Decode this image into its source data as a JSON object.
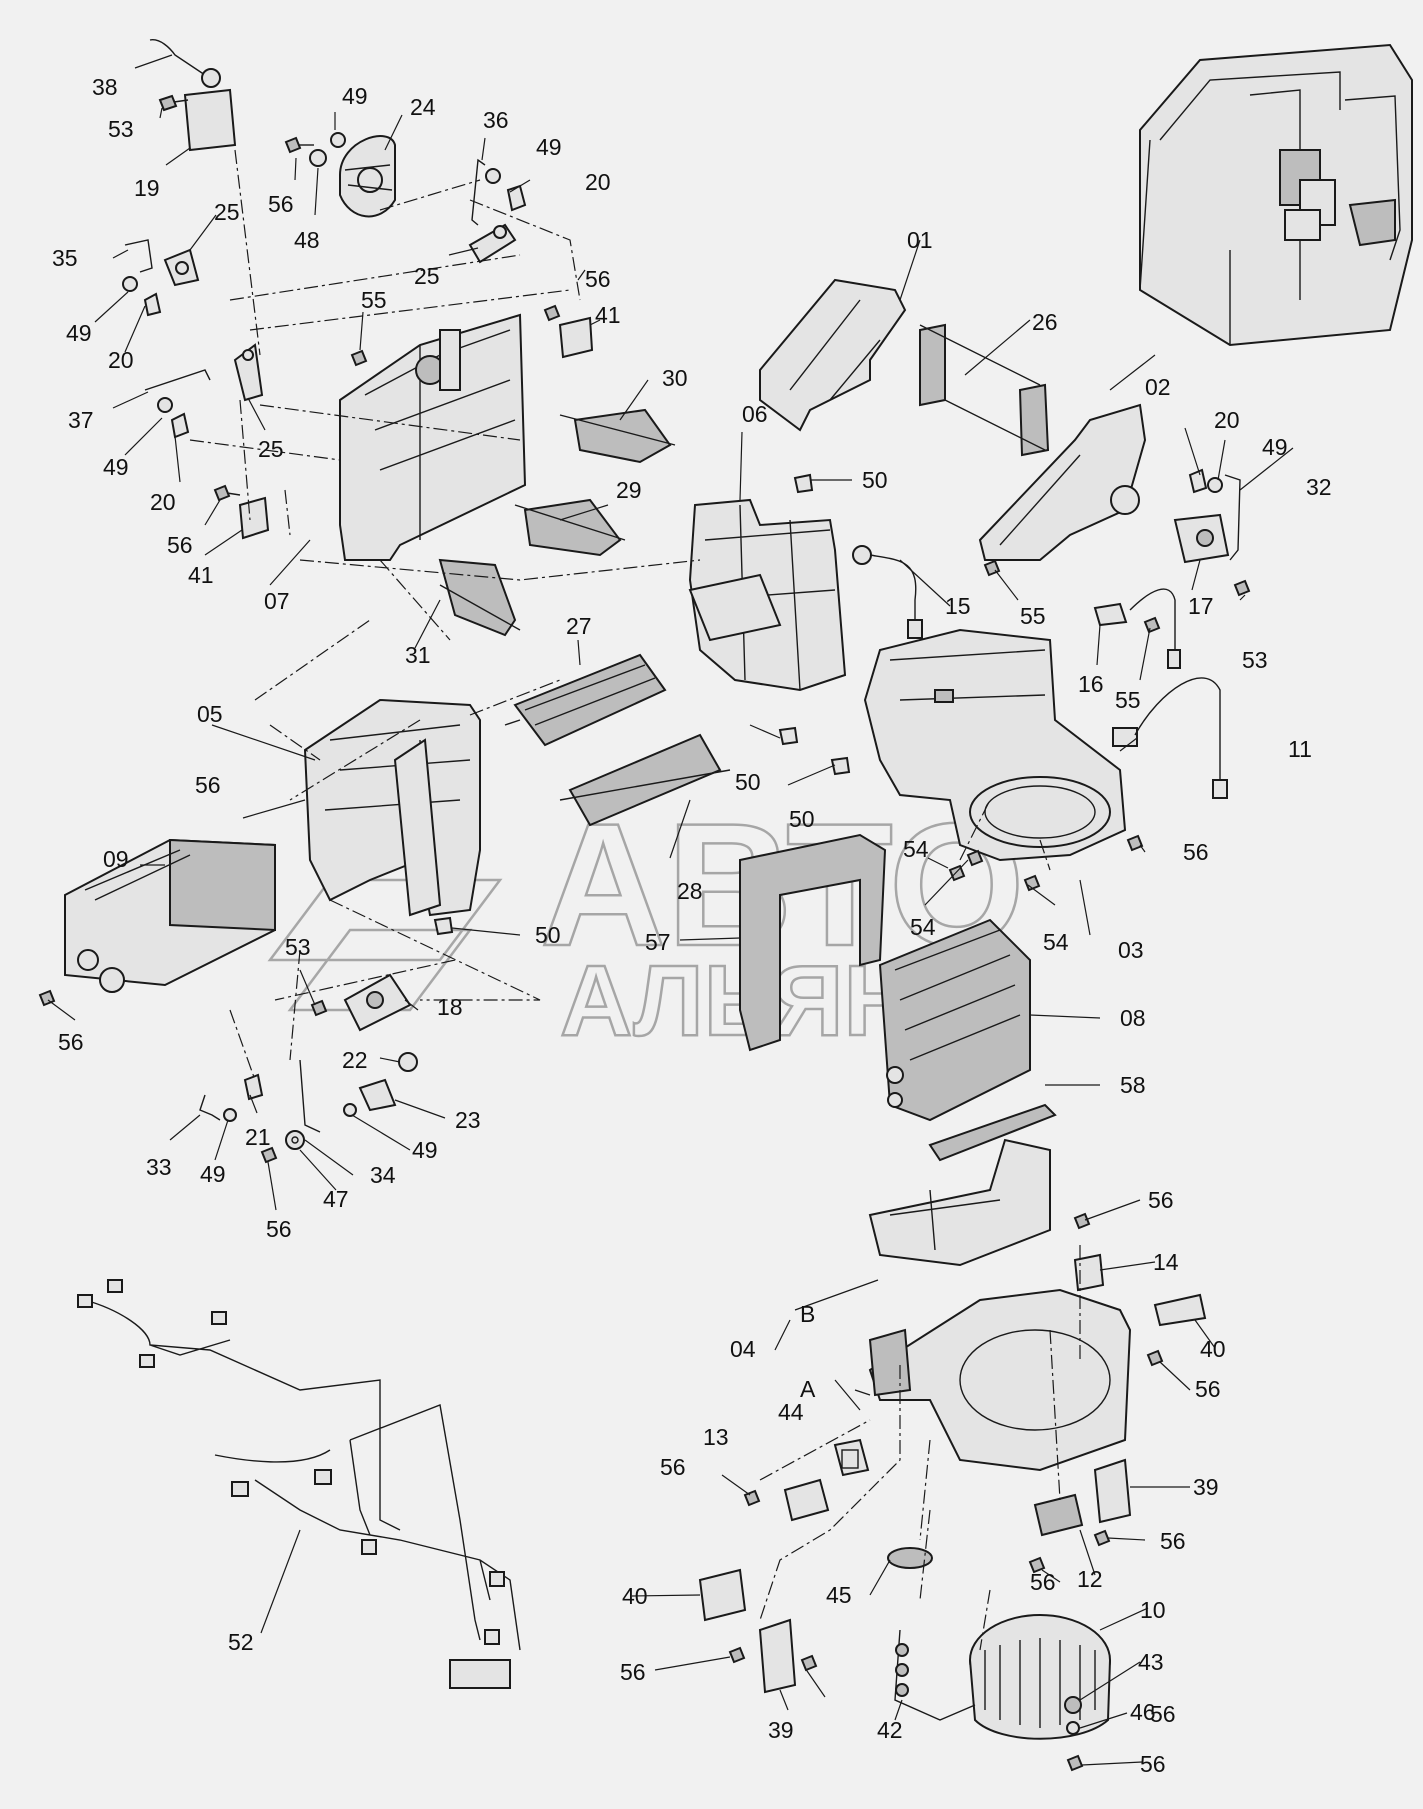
{
  "watermark": {
    "line1": "АВТО",
    "line2": "АЛЬЯНС"
  },
  "labels": [
    {
      "id": "38",
      "text": "38"
    },
    {
      "id": "53a",
      "text": "53"
    },
    {
      "id": "19",
      "text": "19"
    },
    {
      "id": "49a",
      "text": "49"
    },
    {
      "id": "24",
      "text": "24"
    },
    {
      "id": "56a",
      "text": "56"
    },
    {
      "id": "48",
      "text": "48"
    },
    {
      "id": "36",
      "text": "36"
    },
    {
      "id": "49b",
      "text": "49"
    },
    {
      "id": "20a",
      "text": "20"
    },
    {
      "id": "25a",
      "text": "25"
    },
    {
      "id": "25b",
      "text": "25"
    },
    {
      "id": "35",
      "text": "35"
    },
    {
      "id": "49c",
      "text": "49"
    },
    {
      "id": "20b",
      "text": "20"
    },
    {
      "id": "55a",
      "text": "55"
    },
    {
      "id": "56b",
      "text": "56"
    },
    {
      "id": "41a",
      "text": "41"
    },
    {
      "id": "37",
      "text": "37"
    },
    {
      "id": "25c",
      "text": "25"
    },
    {
      "id": "49d",
      "text": "49"
    },
    {
      "id": "20c",
      "text": "20"
    },
    {
      "id": "30",
      "text": "30"
    },
    {
      "id": "56c",
      "text": "56"
    },
    {
      "id": "41b",
      "text": "41"
    },
    {
      "id": "07",
      "text": "07"
    },
    {
      "id": "29",
      "text": "29"
    },
    {
      "id": "31",
      "text": "31"
    },
    {
      "id": "01",
      "text": "01"
    },
    {
      "id": "26",
      "text": "26"
    },
    {
      "id": "02",
      "text": "02"
    },
    {
      "id": "20d",
      "text": "20"
    },
    {
      "id": "49e",
      "text": "49"
    },
    {
      "id": "32",
      "text": "32"
    },
    {
      "id": "06",
      "text": "06"
    },
    {
      "id": "50a",
      "text": "50"
    },
    {
      "id": "15",
      "text": "15"
    },
    {
      "id": "55b",
      "text": "55"
    },
    {
      "id": "17",
      "text": "17"
    },
    {
      "id": "53b",
      "text": "53"
    },
    {
      "id": "16",
      "text": "16"
    },
    {
      "id": "55c",
      "text": "55"
    },
    {
      "id": "27",
      "text": "27"
    },
    {
      "id": "05",
      "text": "05"
    },
    {
      "id": "56d",
      "text": "56"
    },
    {
      "id": "11",
      "text": "11"
    },
    {
      "id": "50b",
      "text": "50"
    },
    {
      "id": "50c",
      "text": "50"
    },
    {
      "id": "54a",
      "text": "54"
    },
    {
      "id": "56e",
      "text": "56"
    },
    {
      "id": "09",
      "text": "09"
    },
    {
      "id": "28",
      "text": "28"
    },
    {
      "id": "54b",
      "text": "54"
    },
    {
      "id": "54c",
      "text": "54"
    },
    {
      "id": "03",
      "text": "03"
    },
    {
      "id": "50d",
      "text": "50"
    },
    {
      "id": "57",
      "text": "57"
    },
    {
      "id": "53c",
      "text": "53"
    },
    {
      "id": "18",
      "text": "18"
    },
    {
      "id": "08",
      "text": "08"
    },
    {
      "id": "56f",
      "text": "56"
    },
    {
      "id": "22",
      "text": "22"
    },
    {
      "id": "58",
      "text": "58"
    },
    {
      "id": "23",
      "text": "23"
    },
    {
      "id": "33",
      "text": "33"
    },
    {
      "id": "49f",
      "text": "49"
    },
    {
      "id": "21",
      "text": "21"
    },
    {
      "id": "49g",
      "text": "49"
    },
    {
      "id": "34",
      "text": "34"
    },
    {
      "id": "47",
      "text": "47"
    },
    {
      "id": "56g",
      "text": "56"
    },
    {
      "id": "56h",
      "text": "56"
    },
    {
      "id": "14",
      "text": "14"
    },
    {
      "id": "B",
      "text": "B"
    },
    {
      "id": "40a",
      "text": "40"
    },
    {
      "id": "04",
      "text": "04"
    },
    {
      "id": "A",
      "text": "A"
    },
    {
      "id": "56i",
      "text": "56"
    },
    {
      "id": "44",
      "text": "44"
    },
    {
      "id": "13",
      "text": "13"
    },
    {
      "id": "56j",
      "text": "56"
    },
    {
      "id": "39a",
      "text": "39"
    },
    {
      "id": "56k",
      "text": "56"
    },
    {
      "id": "12",
      "text": "12"
    },
    {
      "id": "56l",
      "text": "56"
    },
    {
      "id": "40b",
      "text": "40"
    },
    {
      "id": "45",
      "text": "45"
    },
    {
      "id": "10",
      "text": "10"
    },
    {
      "id": "52",
      "text": "52"
    },
    {
      "id": "56m",
      "text": "56"
    },
    {
      "id": "43",
      "text": "43"
    },
    {
      "id": "56n",
      "text": "56"
    },
    {
      "id": "46",
      "text": "46"
    },
    {
      "id": "39b",
      "text": "39"
    },
    {
      "id": "42",
      "text": "42"
    },
    {
      "id": "56o",
      "text": "56"
    }
  ]
}
